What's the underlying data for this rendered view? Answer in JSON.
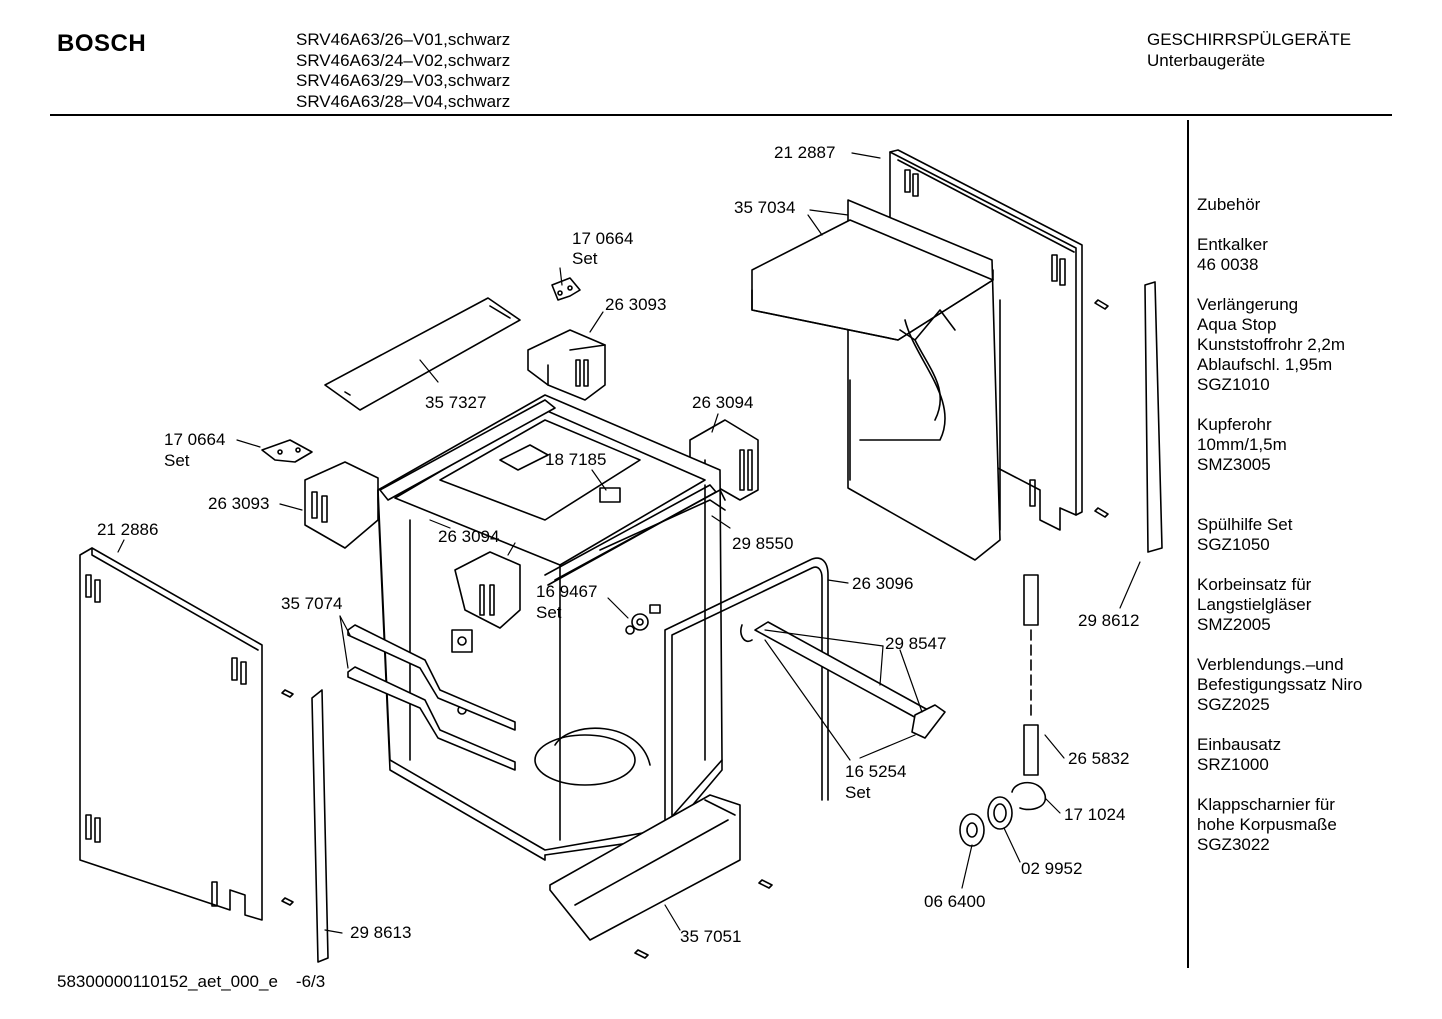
{
  "header": {
    "brand": "BOSCH",
    "models": [
      "SRV46A63/26–V01,schwarz",
      "SRV46A63/24–V02,schwarz",
      "SRV46A63/29–V03,schwarz",
      "SRV46A63/28–V04,schwarz"
    ],
    "category": "GESCHIRRSPÜLGERÄTE",
    "subcategory": "Unterbaugeräte"
  },
  "accessories": [
    [
      "Zubehör"
    ],
    [
      "Entkalker",
      "46 0038"
    ],
    [
      "Verlängerung",
      "Aqua Stop",
      "Kunststoffrohr 2,2m",
      "Ablaufschl. 1,95m",
      "SGZ1010"
    ],
    [
      "Kupferohr",
      "10mm/1,5m",
      "SMZ3005"
    ],
    [
      "Spülhilfe Set",
      "SGZ1050"
    ],
    [
      "Korbeinsatz für",
      "Langstielgläser",
      "SMZ2005"
    ],
    [
      "Verblendungs.–und",
      "Befestigungssatz Niro",
      "SGZ2025"
    ],
    [
      "Einbausatz",
      "SRZ1000"
    ],
    [
      "Klappscharnier für",
      "hohe Korpusmaße",
      "SGZ3022"
    ]
  ],
  "parts": {
    "p212887": "21 2887",
    "p357034": "35 7034",
    "p170664a": "17 0664",
    "set_a": "Set",
    "p263093a": "26 3093",
    "p357327": "35 7327",
    "p263094a": "26 3094",
    "p170664b": "17 0664",
    "set_b": "Set",
    "p187185": "18 7185",
    "p263093b": "26 3093",
    "p263094b": "26 3094",
    "p298550": "29 8550",
    "p212886": "21 2886",
    "p169467": "16 9467",
    "set_c": "Set",
    "p263096": "26 3096",
    "p357074": "35 7074",
    "p298547": "29 8547",
    "p298612": "29 8612",
    "p165254": "16 5254",
    "set_d": "Set",
    "p265832": "26 5832",
    "p171024": "17 1024",
    "p029952": "02 9952",
    "p066400": "06 6400",
    "p357051": "35 7051",
    "p298613": "29 8613"
  },
  "footer": {
    "doc_id": "58300000110152_aet_000_e",
    "page": "-6/3"
  }
}
